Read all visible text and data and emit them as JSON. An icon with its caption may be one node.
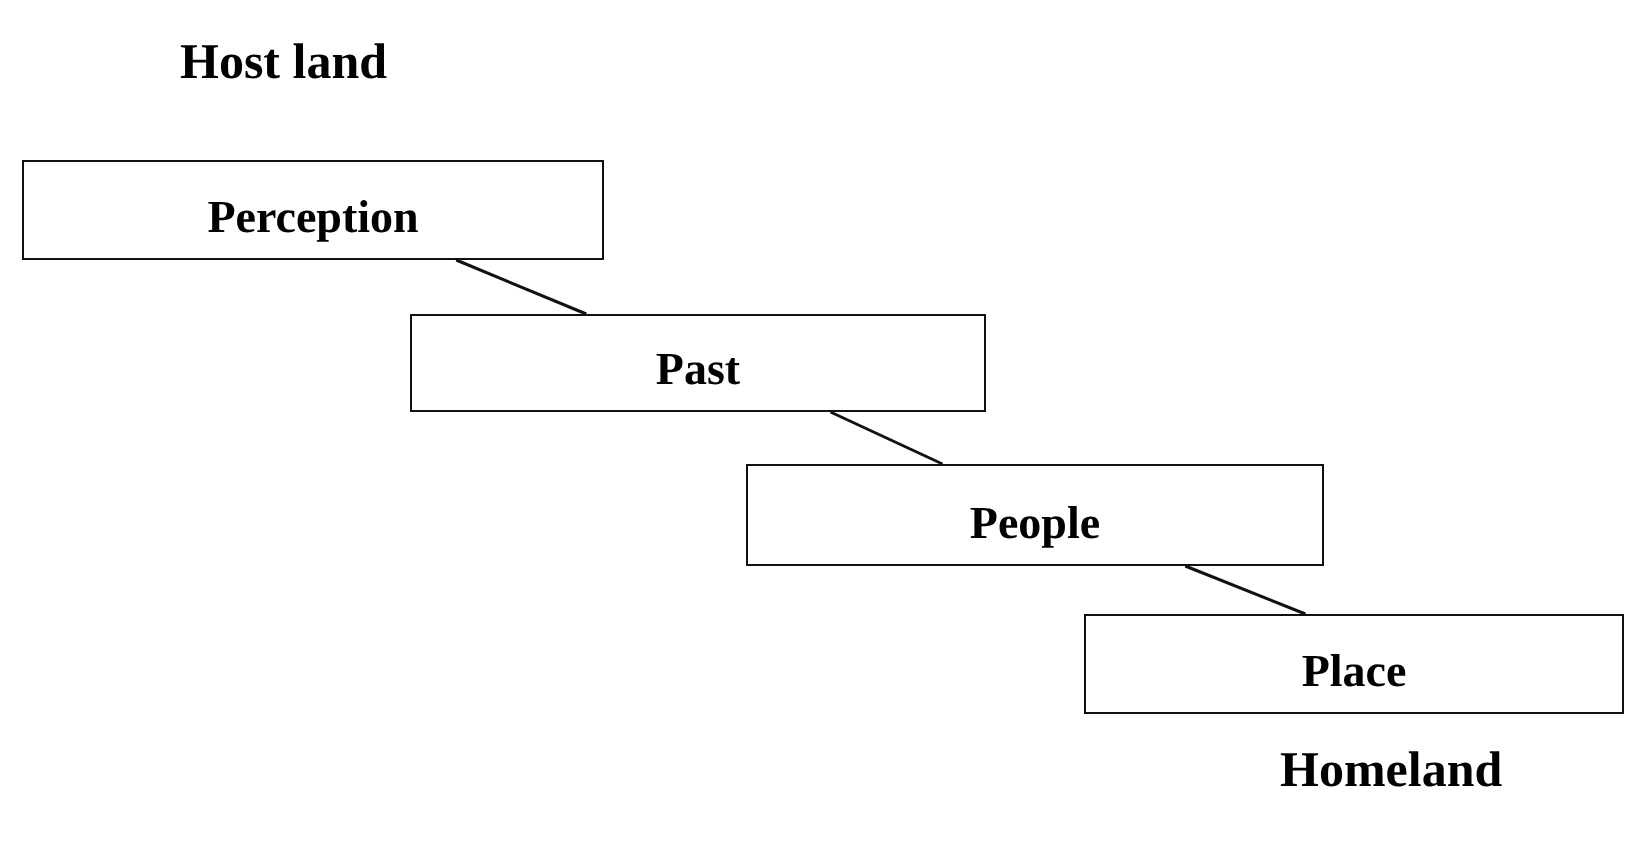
{
  "diagram": {
    "nodes": [
      {
        "text": [
          "Perception"
        ]
      },
      {
        "text": [
          "Past"
        ]
      },
      {
        "text": [
          "People"
        ]
      },
      {
        "text": [
          "Place"
        ]
      }
    ],
    "edges": [
      {
        "from": 0,
        "to": 1,
        "arrow": "none"
      },
      {
        "from": 1,
        "to": 2,
        "arrow": "none"
      },
      {
        "from": 2,
        "to": 3,
        "arrow": "none"
      }
    ],
    "labels": [
      "Host land",
      "Homeland"
    ]
  }
}
